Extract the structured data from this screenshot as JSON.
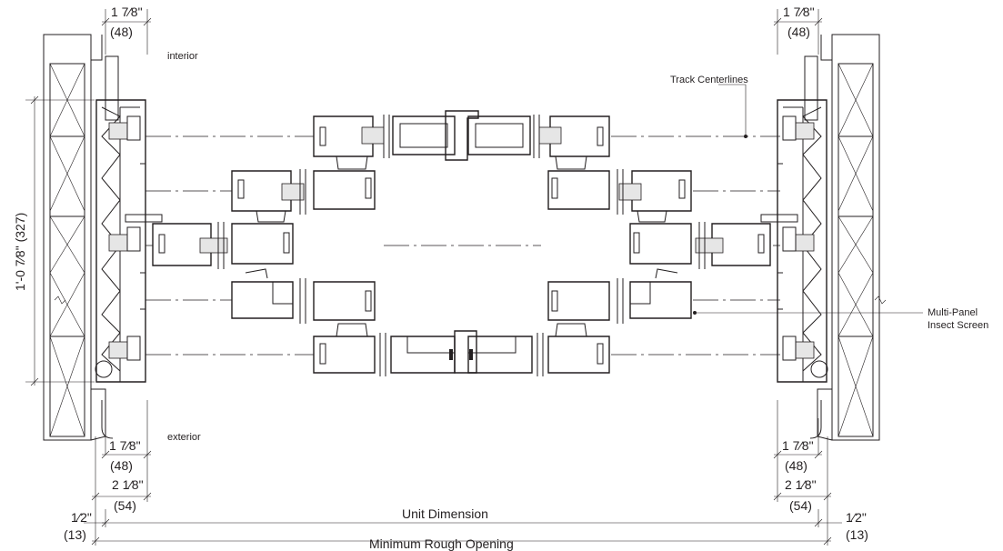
{
  "labels": {
    "interior": "interior",
    "exterior": "exterior",
    "track_centerlines": "Track Centerlines",
    "screen_line1": "Multi-Panel",
    "screen_line2": "Insect Screen",
    "unit_dimension": "Unit Dimension",
    "min_rough_opening": "Minimum Rough Opening"
  },
  "dimensions": {
    "top_left_in": "1 7⁄8\"",
    "top_left_mm": "(48)",
    "top_right_in": "1 7⁄8\"",
    "top_right_mm": "(48)",
    "height_text": "1'-0 7⁄8\" (327)",
    "bottom_left_a_in": "1 7⁄8\"",
    "bottom_left_a_mm": "(48)",
    "bottom_left_b_in": "2 1⁄8\"",
    "bottom_left_b_mm": "(54)",
    "bottom_right_a_in": "1 7⁄8\"",
    "bottom_right_a_mm": "(48)",
    "bottom_right_b_in": "2 1⁄8\"",
    "bottom_right_b_mm": "(54)",
    "left_half_in": "1⁄2\"",
    "left_half_mm": "(13)",
    "right_half_in": "1⁄2\"",
    "right_half_mm": "(13)"
  }
}
